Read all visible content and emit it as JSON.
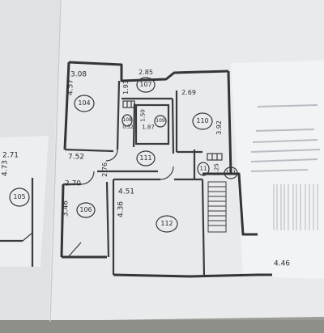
{
  "rooms": {
    "r104": "104",
    "r105": "105",
    "r106": "106",
    "r107": "107",
    "r108": "108",
    "r109": "109",
    "r110": "110",
    "r111": "111",
    "r112": "112",
    "r121": "121",
    "r11": "11"
  },
  "dimensions": {
    "d308": "3.08",
    "d457": "4.57",
    "d193": "1.93",
    "d285": "2.85",
    "d269": "2.69",
    "d392": "3.92",
    "d150": "1.50",
    "d187": "1.87",
    "d032": "0.32",
    "d752": "7.52",
    "d276": "2.76",
    "d270": "2.70",
    "d346": "3.46",
    "d451": "4.51",
    "d436": "4.36",
    "d125": "1.25",
    "d271": "2.71",
    "d473": "4.73",
    "d446": "4.46"
  },
  "colors": {
    "background": "#9b9c96",
    "paper": "#e9eaec",
    "ink": "#2b2c30"
  }
}
